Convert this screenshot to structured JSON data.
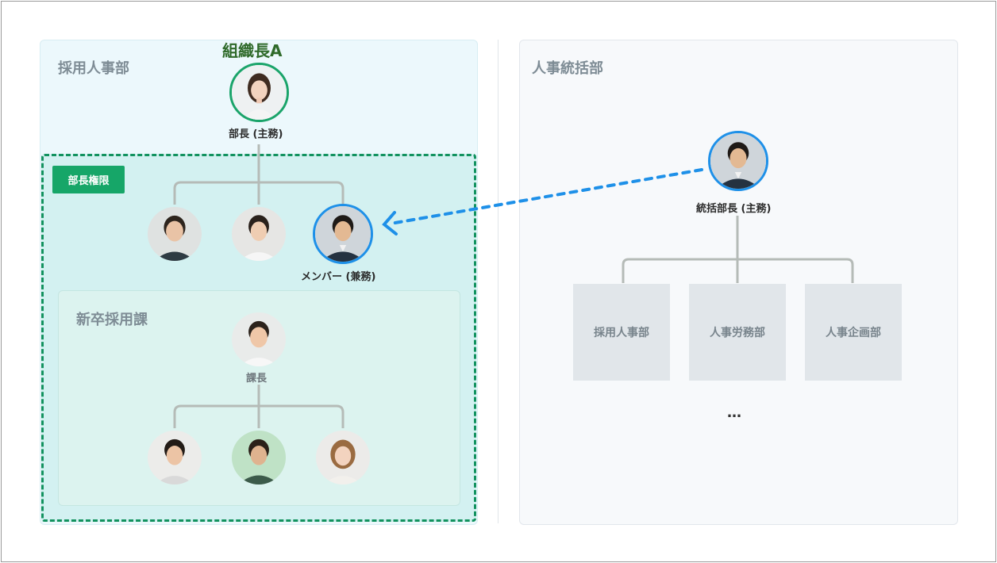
{
  "left_panel": {
    "dept_name": "採用人事部",
    "org_head_label": "組織長A",
    "head_caption": "部長 (主務)",
    "authority_badge": "部長権限",
    "member_caption": "メンバー (兼務)",
    "sub_panel": {
      "dept_name": "新卒採用課",
      "head_caption": "課長"
    }
  },
  "right_panel": {
    "dept_name": "人事統括部",
    "head_caption": "統括部長 (主務)",
    "boxes": [
      "採用人事部",
      "人事労務部",
      "人事企画部"
    ],
    "ellipsis": "…"
  },
  "colors": {
    "authority": "#12925f",
    "badge": "#16a668",
    "primary_ring": "#1aa46a",
    "concurrent_ring": "#1e90e8",
    "connector": "#b5bbb7"
  }
}
